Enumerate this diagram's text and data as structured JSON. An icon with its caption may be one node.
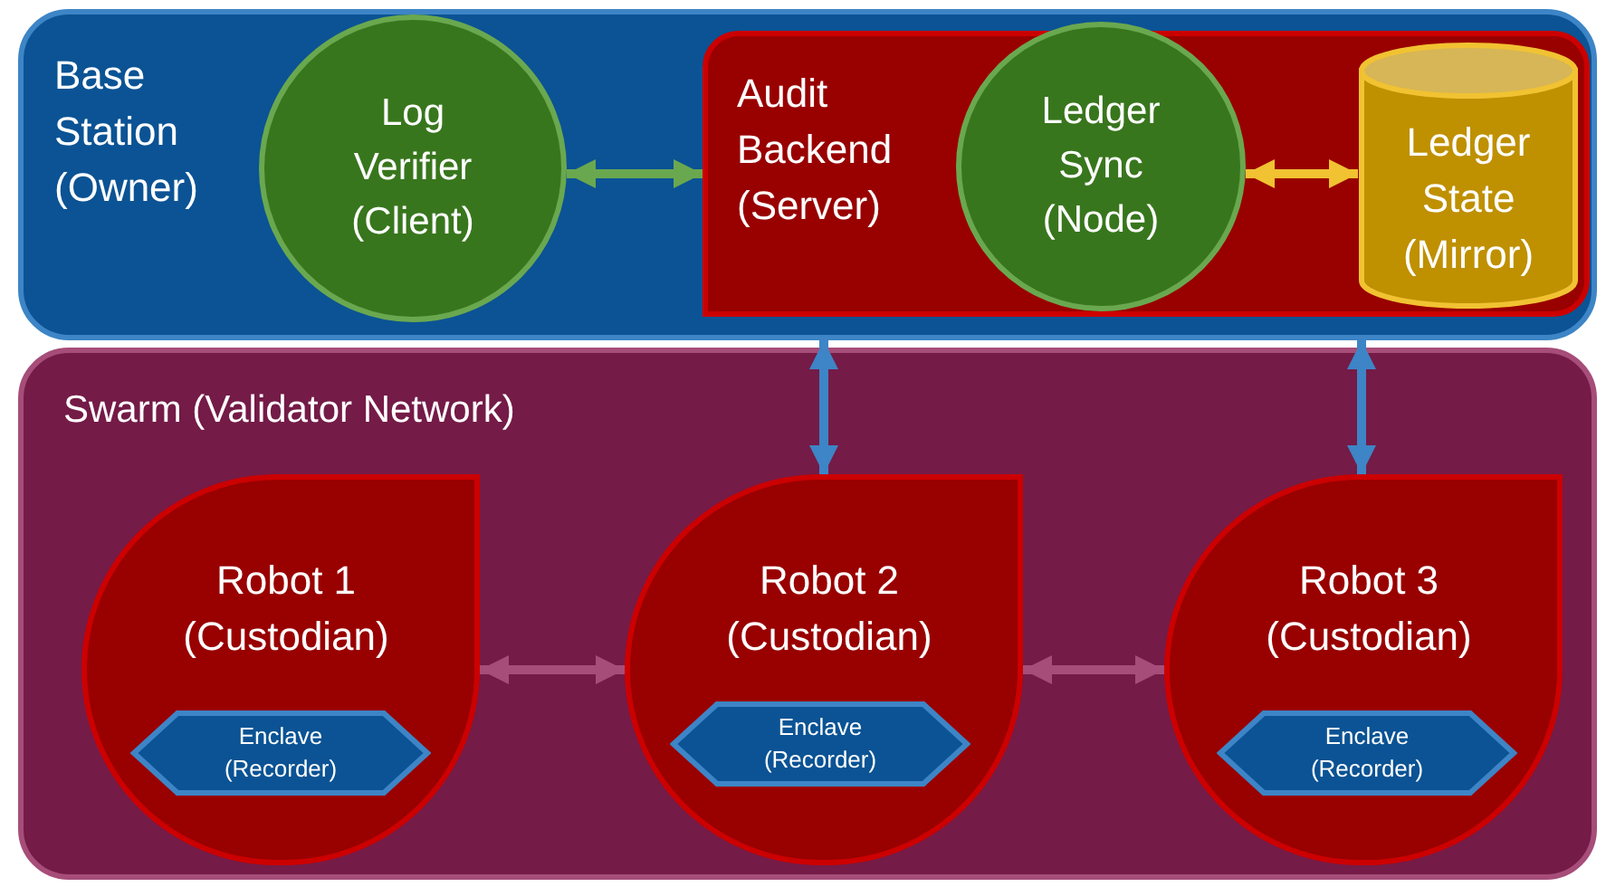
{
  "diagram": {
    "nodes": [
      {
        "text": [
          "Base Station (Owner)"
        ]
      },
      {
        "text": [
          "Log Verifier (Client)"
        ],
        "in": 0
      },
      {
        "text": [
          "Audit Backend (Server)"
        ],
        "in": 0
      },
      {
        "text": [
          "Ledger Sync (Node)"
        ],
        "in": 2
      },
      {
        "text": [
          "Ledger State (Mirror)"
        ],
        "in": 2
      },
      {
        "text": [
          "Swarm (Validator Network)"
        ]
      },
      {
        "text": [
          "Robot 1 (Custodian)"
        ],
        "in": 5
      },
      {
        "text": [
          "Enclave (Recorder)"
        ],
        "in": 6
      },
      {
        "text": [
          "Robot 2 (Custodian)"
        ],
        "in": 5
      },
      {
        "text": [
          "Enclave (Recorder)"
        ],
        "in": 8
      },
      {
        "text": [
          "Robot 3 (Custodian)"
        ],
        "in": 5
      },
      {
        "text": [
          "Enclave (Recorder)"
        ],
        "in": 10
      }
    ],
    "edges": [
      {
        "from": 1,
        "to": 2,
        "arrow": "both",
        "color": "#6aa84f"
      },
      {
        "from": 3,
        "to": 4,
        "arrow": "both",
        "color": "#f1c232"
      },
      {
        "from": 0,
        "to": 8,
        "arrow": "both",
        "color": "#3d85c6"
      },
      {
        "from": 0,
        "to": 10,
        "arrow": "both",
        "color": "#3d85c6"
      },
      {
        "from": 6,
        "to": 8,
        "arrow": "both",
        "color": "#a64d79"
      },
      {
        "from": 8,
        "to": 10,
        "arrow": "both",
        "color": "#a64d79"
      }
    ]
  }
}
